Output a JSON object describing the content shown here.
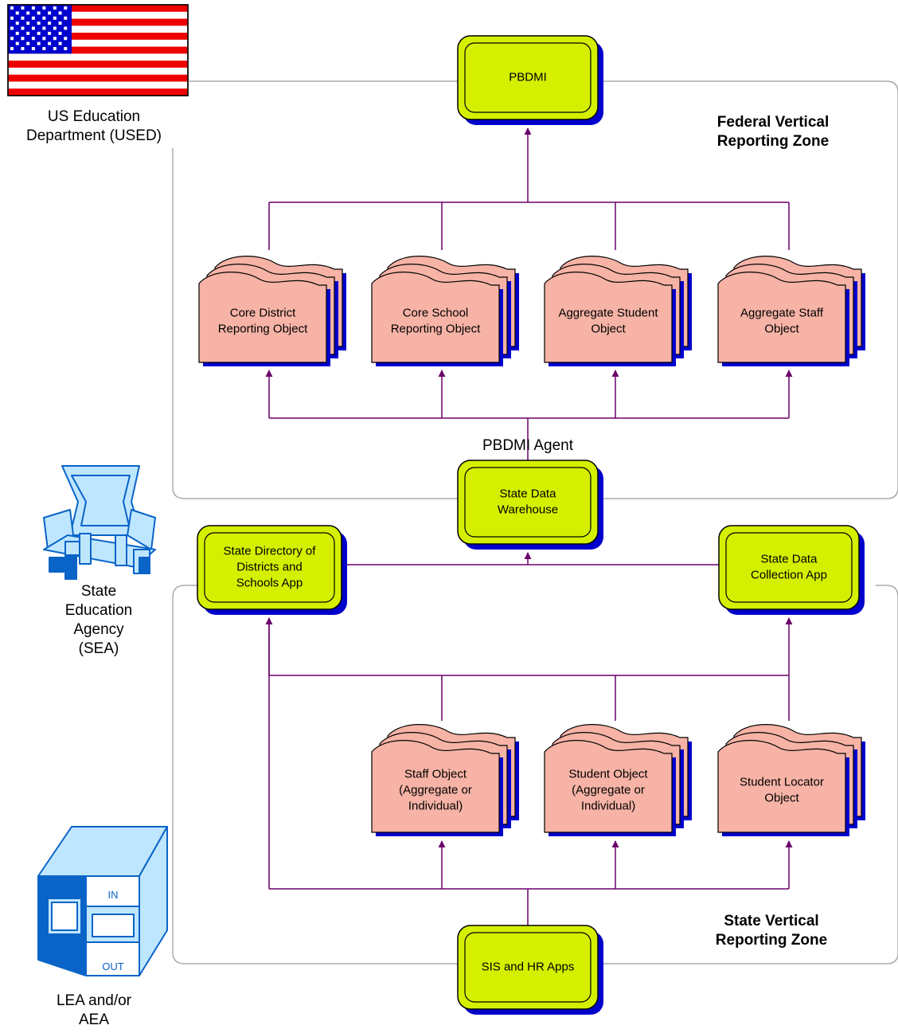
{
  "colors": {
    "connector": "#6b006b",
    "zone_border": "#9a9a9a",
    "app_fill": "#d4f000",
    "shadow": "#0000cc",
    "object_fill": "#f6b3a6",
    "flag_red": "#ee0000",
    "flag_blue": "#0000cc",
    "icon_light_blue": "#bfe6ff",
    "icon_blue": "#0a64c8"
  },
  "side_labels": {
    "used": [
      "US Education",
      "Department (USED)"
    ],
    "sea": [
      "State",
      "Education",
      "Agency",
      "(SEA)"
    ],
    "lea": [
      "LEA and/or",
      "AEA"
    ]
  },
  "icons": {
    "used": "us-flag-icon",
    "sea": "chair-icon",
    "lea": "in-out-box-icon",
    "in_text": "IN",
    "out_text": "OUT"
  },
  "zones": {
    "federal": [
      "Federal Vertical",
      "Reporting Zone"
    ],
    "state": [
      "State Vertical",
      "Reporting Zone"
    ]
  },
  "agent_label": "PBDMI Agent",
  "apps": {
    "pbdmi": [
      "PBDMI"
    ],
    "warehouse": [
      "State Data",
      "Warehouse"
    ],
    "directory": [
      "State Directory of",
      "Districts and",
      "Schools App"
    ],
    "collection": [
      "State Data",
      "Collection App"
    ],
    "sis": [
      "SIS and HR Apps"
    ]
  },
  "federal_objects": {
    "core_district": [
      "Core District",
      "Reporting Object"
    ],
    "core_school": [
      "Core School",
      "Reporting Object"
    ],
    "aggregate_student": [
      "Aggregate Student",
      "Object"
    ],
    "aggregate_staff": [
      "Aggregate Staff",
      "Object"
    ]
  },
  "state_objects": {
    "staff": [
      "Staff Object",
      "(Aggregate or",
      "Individual)"
    ],
    "student": [
      "Student Object",
      "(Aggregate  or",
      "Individual)"
    ],
    "locator": [
      "Student Locator",
      "Object"
    ]
  }
}
